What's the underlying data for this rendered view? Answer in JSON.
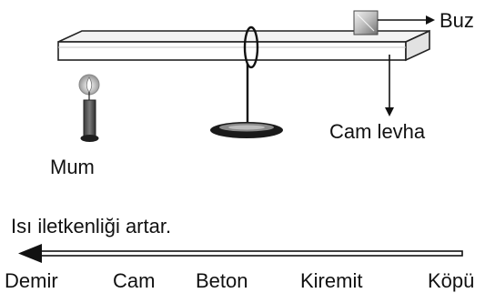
{
  "labels": {
    "ice": "Buz",
    "glass_sheet": "Cam levha",
    "candle": "Mum"
  },
  "scale": {
    "caption": "Isı iletkenliği artar.",
    "materials": [
      "Demir",
      "Cam",
      "Beton",
      "Kiremit",
      "Köpü"
    ]
  }
}
